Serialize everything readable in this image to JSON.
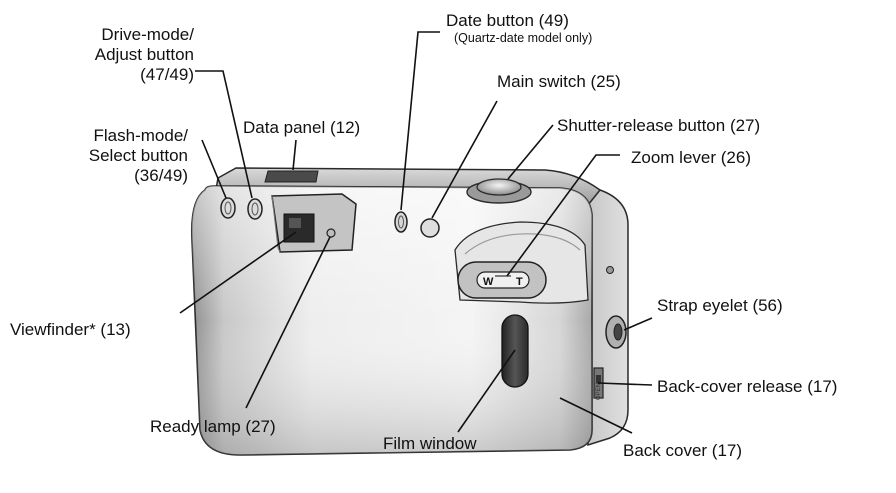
{
  "labels": {
    "drive_mode": [
      "Drive-mode/",
      "Adjust button",
      "(47/49)"
    ],
    "flash_mode": [
      "Flash-mode/",
      "Select button",
      "(36/49)"
    ],
    "data_panel": "Data panel (12)",
    "date_button": "Date button (49)",
    "date_note": "(Quartz-date model only)",
    "main_switch": "Main switch (25)",
    "shutter_release": "Shutter-release button (27)",
    "zoom_lever": "Zoom lever (26)",
    "viewfinder": "Viewfinder*  (13)",
    "strap_eyelet": "Strap eyelet (56)",
    "back_cover_release": "Back-cover release (17)",
    "ready_lamp": "Ready lamp (27)",
    "film_window": "Film window",
    "back_cover": "Back cover (17)"
  },
  "zoom_marks": {
    "wide": "W",
    "tele": "T"
  },
  "colors": {
    "body_light": "#f2f2f2",
    "body_mid": "#c9c9c9",
    "body_dark": "#8a8a8a",
    "outline": "#2a2a2a",
    "window": "#3a3a3a"
  }
}
